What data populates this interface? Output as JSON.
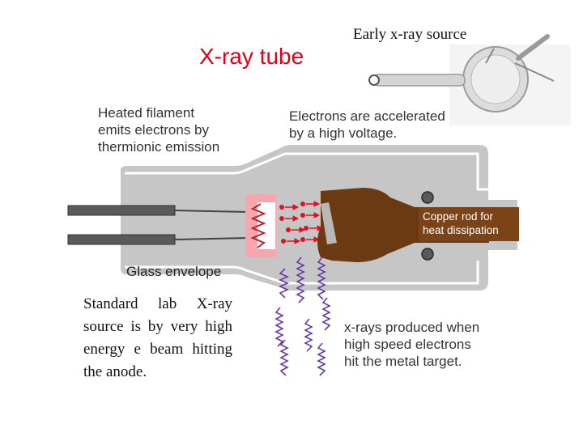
{
  "title": "X-ray tube",
  "photo_caption": "Early x-ray source",
  "labels": {
    "filament": [
      "Heated filament",
      "emits electrons by",
      "thermionic emission"
    ],
    "electrons": [
      "Electrons are accelerated",
      "by a high voltage."
    ],
    "glass": "Glass envelope",
    "copper": [
      "Copper rod for",
      "heat dissipation"
    ],
    "xrays": [
      "x-rays produced when",
      "high speed electrons",
      "hit the metal target."
    ]
  },
  "standard_text": "Standard lab X-ray source is by very high energy e beam hitting the anode.",
  "colors": {
    "title": "#e0001a",
    "tube_body": "#c6c6c6",
    "tube_outline": "#ffffff",
    "cathode_cup": "#f7a6ae",
    "filament": "#c0202a",
    "electrons": "#e0101e",
    "anode": "#6b3a12",
    "copper_label_bg": "#7a4418",
    "xray_wave": "#6a3aa8"
  },
  "icons": [
    "x-ray-wave-icon",
    "electron-arrow-icon",
    "filament-coil-icon"
  ]
}
